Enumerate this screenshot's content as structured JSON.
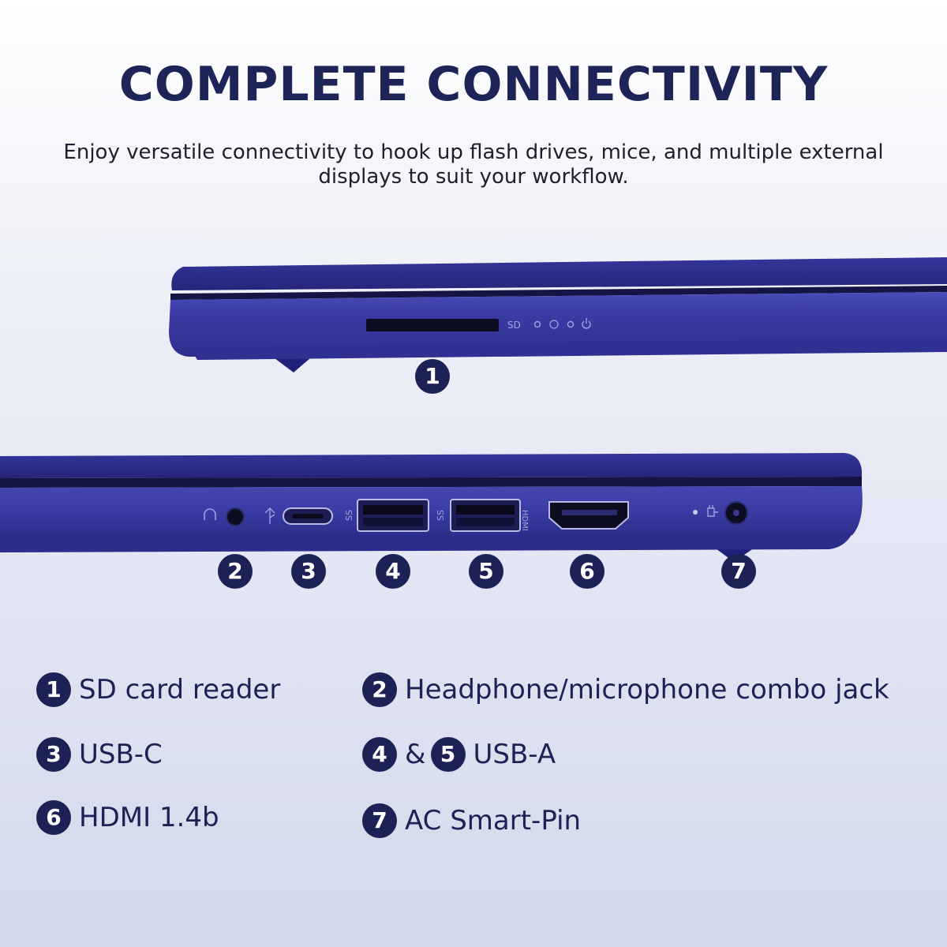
{
  "header": {
    "title": "COMPLETE CONNECTIVITY",
    "subtitle": "Enjoy versatile connectivity to hook up flash drives, mice, and multiple external displays to suit your workflow."
  },
  "colors": {
    "navy": "#1d2256",
    "chassis": "#3d3ea8",
    "chassis_dark": "#2a2b85",
    "background": "#e6e9f4"
  },
  "port_markers": [
    "1",
    "2",
    "3",
    "4",
    "5",
    "6",
    "7"
  ],
  "side_labels": {
    "sd_label": "SD",
    "hdmi_label": "HDMI",
    "usb_label": "SS"
  },
  "features": [
    {
      "numbers": [
        "1"
      ],
      "label": "SD card reader"
    },
    {
      "numbers": [
        "2"
      ],
      "label": "Headphone/microphone combo jack"
    },
    {
      "numbers": [
        "3"
      ],
      "label": "USB-C"
    },
    {
      "numbers": [
        "4",
        "5"
      ],
      "joiner": "&",
      "label": "USB-A"
    },
    {
      "numbers": [
        "6"
      ],
      "label": "HDMI 1.4b"
    },
    {
      "numbers": [
        "7"
      ],
      "label": "AC Smart-Pin"
    }
  ]
}
